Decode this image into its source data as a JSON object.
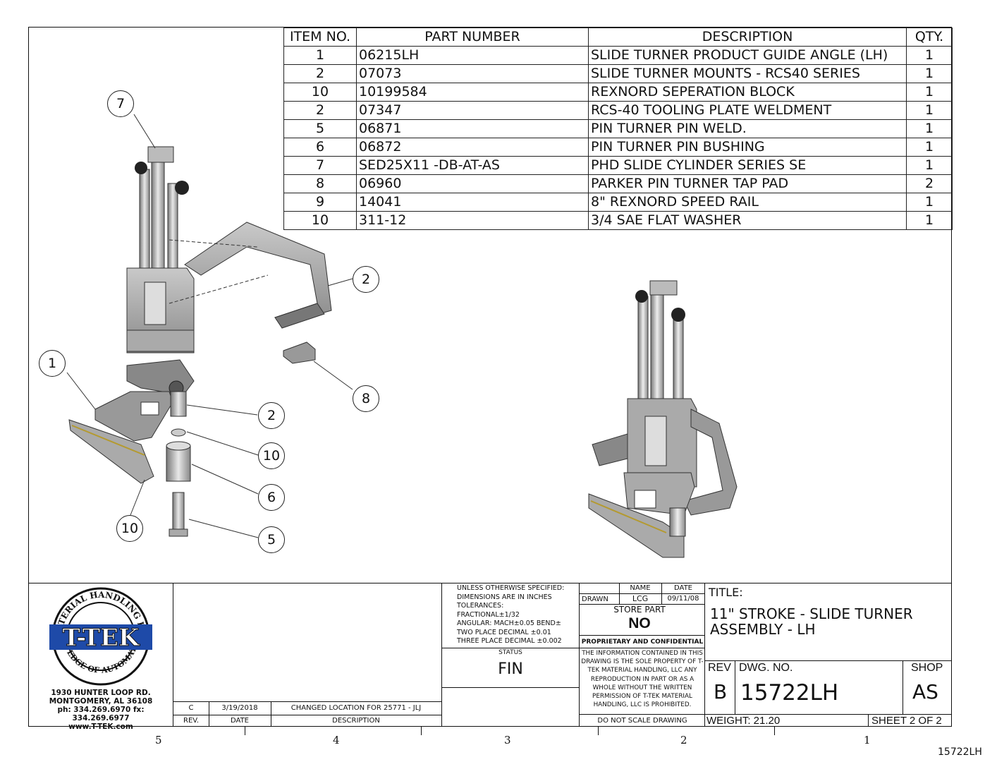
{
  "bom": {
    "headers": {
      "item": "ITEM NO.",
      "part": "PART NUMBER",
      "desc": "DESCRIPTION",
      "qty": "QTY."
    },
    "rows": [
      {
        "item": "1",
        "part": "06215LH",
        "desc": "SLIDE TURNER PRODUCT GUIDE ANGLE (LH)",
        "qty": "1"
      },
      {
        "item": "2",
        "part": "07073",
        "desc": "SLIDE TURNER MOUNTS - RCS40 SERIES",
        "qty": "1"
      },
      {
        "item": "10",
        "part": "10199584",
        "desc": "REXNORD SEPERATION BLOCK",
        "qty": "1"
      },
      {
        "item": "2",
        "part": "07347",
        "desc": "RCS-40 TOOLING PLATE WELDMENT",
        "qty": "1"
      },
      {
        "item": "5",
        "part": "06871",
        "desc": "PIN TURNER PIN WELD.",
        "qty": "1"
      },
      {
        "item": "6",
        "part": "06872",
        "desc": "PIN TURNER PIN BUSHING",
        "qty": "1"
      },
      {
        "item": "7",
        "part": "SED25X11 -DB-AT-AS",
        "desc": "PHD SLIDE CYLINDER SERIES SE",
        "qty": "1"
      },
      {
        "item": "8",
        "part": "06960",
        "desc": "PARKER PIN TURNER TAP PAD",
        "qty": "2"
      },
      {
        "item": "9",
        "part": "14041",
        "desc": "8\" REXNORD SPEED RAIL",
        "qty": "1"
      },
      {
        "item": "10",
        "part": "311-12",
        "desc": "3/4 SAE FLAT WASHER",
        "qty": "1"
      }
    ]
  },
  "balloons": [
    "7",
    "2",
    "1",
    "2",
    "8",
    "10",
    "6",
    "10",
    "5"
  ],
  "company": {
    "logo_top": "MATERIAL HANDLING LLC",
    "logo_main": "T-TEK",
    "logo_bottom": "THE EDGE OF AUTOMATION",
    "address1": "1930 HUNTER LOOP RD.",
    "address2": "MONTGOMERY, AL  36108",
    "phone": "ph: 334.269.6970 fx: 334.269.6977",
    "web": "www.T-TEK.com"
  },
  "revisions": {
    "headers": {
      "rev": "REV.",
      "date": "DATE",
      "desc": "DESCRIPTION"
    },
    "rows": [
      {
        "rev": "C",
        "date": "3/19/2018",
        "desc": "CHANGED LOCATION FOR 25771 - JLJ"
      }
    ]
  },
  "tolerances": {
    "line1": "UNLESS OTHERWISE SPECIFIED:",
    "line2": "DIMENSIONS ARE IN INCHES",
    "line3": "TOLERANCES:",
    "line4": "FRACTIONAL±1/32",
    "line5": "ANGULAR: MACH±0.05 BEND±",
    "line6": "TWO PLACE DECIMAL   ±0.01",
    "line7": "THREE PLACE DECIMAL ±0.002"
  },
  "status": {
    "label": "STATUS",
    "value": "FIN"
  },
  "drawn": {
    "name_label": "NAME",
    "date_label": "DATE",
    "row_label": "DRAWN",
    "name": "LCG",
    "date": "09/11/08"
  },
  "store_part": {
    "label": "STORE PART",
    "value": "NO"
  },
  "proprietary": {
    "title": "PROPRIETARY AND CONFIDENTIAL",
    "text": "THE INFORMATION CONTAINED IN THIS DRAWING IS THE SOLE PROPERTY OF T-TEK MATERIAL HANDLING, LLC ANY REPRODUCTION IN PART OR AS A WHOLE WITHOUT THE WRITTEN PERMISSION OF T-TEK MATERIAL HANDLING, LLC IS PROHIBITED."
  },
  "do_not_scale": "DO NOT SCALE DRAWING",
  "title": {
    "label": "TITLE:",
    "line1": "11\" STROKE - SLIDE TURNER",
    "line2": "ASSEMBLY - LH"
  },
  "rev_block": {
    "rev_label": "REV",
    "rev": "B",
    "dwg_label": "DWG.  NO.",
    "dwg": "15722LH",
    "shop_label": "SHOP",
    "shop": "AS"
  },
  "weight": "WEIGHT: 21.20",
  "sheet": "SHEET 2 OF 2",
  "zones": [
    "5",
    "4",
    "3",
    "2",
    "1"
  ],
  "corner_id": "15722LH"
}
